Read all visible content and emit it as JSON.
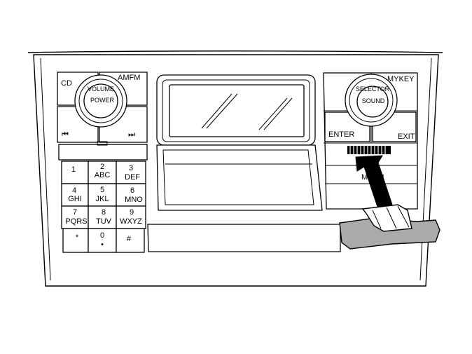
{
  "left_panel": {
    "cd_label": "CD",
    "amfm_label": "AMFM",
    "volume_label": "VOLUME",
    "power_label": "POWER",
    "prev_glyph": "⏮",
    "next_glyph": "⏭"
  },
  "keypad": {
    "keys": [
      {
        "num": "1",
        "letters": ""
      },
      {
        "num": "2",
        "letters": "ABC"
      },
      {
        "num": "3",
        "letters": "DEF"
      },
      {
        "num": "4",
        "letters": "GHI"
      },
      {
        "num": "5",
        "letters": "JKL"
      },
      {
        "num": "6",
        "letters": "MNO"
      },
      {
        "num": "7",
        "letters": "PQRS"
      },
      {
        "num": "8",
        "letters": "TUV"
      },
      {
        "num": "9",
        "letters": "WXYZ"
      },
      {
        "num": "*",
        "letters": ""
      },
      {
        "num": "0",
        "letters": "•"
      },
      {
        "num": "#",
        "letters": ""
      }
    ]
  },
  "right_panel": {
    "mykey_label": "MYKEY",
    "select_label": "SELECTOR",
    "sound_label": "SOUND",
    "enter_label": "ENTER",
    "exit_label": "EXIT",
    "menu_label": "MENU"
  }
}
